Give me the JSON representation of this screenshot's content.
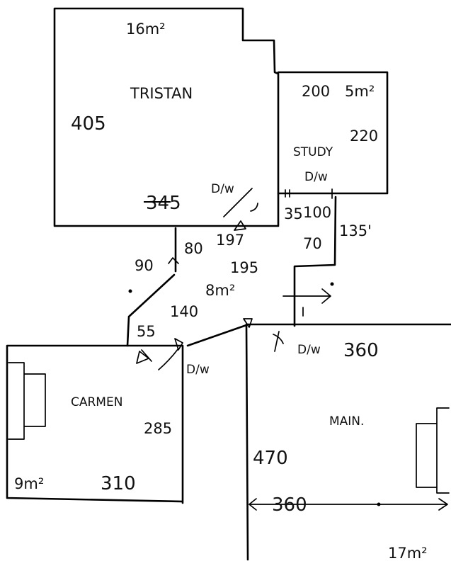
{
  "rooms": {
    "tristan": {
      "name": "TRISTAN",
      "area": "16m²",
      "width": "405",
      "depth": "345",
      "depth_crossed": "3"
    },
    "study": {
      "name": "STUDY",
      "area": "5m²",
      "width": "200",
      "depth": "220",
      "door": "D/w"
    },
    "carmen": {
      "name": "CARMEN",
      "area": "9m²",
      "width": "310",
      "depth": "285"
    },
    "main": {
      "name": "MAIN.",
      "area": "17m²",
      "width_top": "360",
      "depth": "470",
      "width_bottom": "360"
    }
  },
  "hall": {
    "area": "8m²",
    "dims": [
      "197",
      "195",
      "140",
      "55",
      "80",
      "90",
      "35",
      "100",
      "70",
      "135'"
    ]
  },
  "doors": {
    "tristan_door": "D/w",
    "carmen_door": "D/w",
    "main_door": "D/w"
  }
}
